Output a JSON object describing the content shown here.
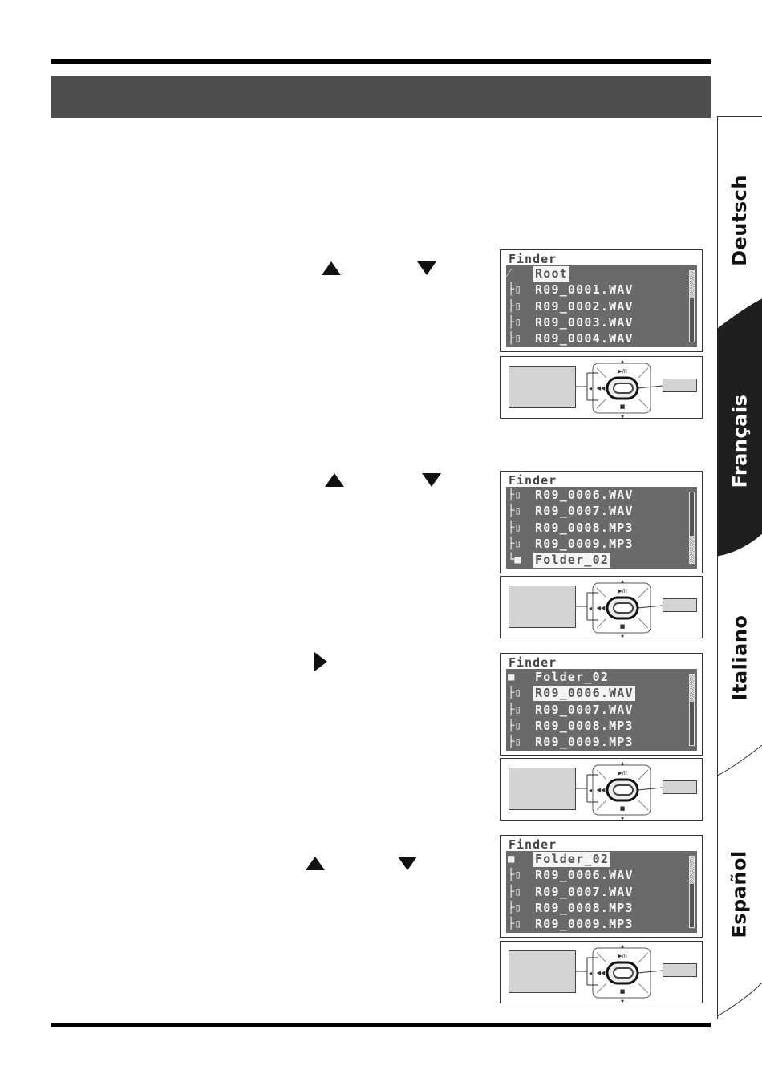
{
  "language_tabs": [
    {
      "label": "Deutsch",
      "active": false
    },
    {
      "label": "Français",
      "active": true
    },
    {
      "label": "Italiano",
      "active": false
    },
    {
      "label": "Español",
      "active": false
    }
  ],
  "panels": [
    {
      "title": "Finder",
      "scroll_position": 0.0,
      "rows": [
        {
          "prefix": "⁄",
          "text": "Root",
          "selected": true,
          "icon": "slash-icon"
        },
        {
          "prefix": "├▯",
          "text": "R09_0001.WAV",
          "selected": false,
          "icon": "file-icon"
        },
        {
          "prefix": "├▯",
          "text": "R09_0002.WAV",
          "selected": false,
          "icon": "file-locked-icon"
        },
        {
          "prefix": "├▯",
          "text": "R09_0003.WAV",
          "selected": false,
          "icon": "file-icon"
        },
        {
          "prefix": "├▯",
          "text": "R09_0004.WAV",
          "selected": false,
          "icon": "file-icon"
        }
      ]
    },
    {
      "title": "Finder",
      "scroll_position": 1.0,
      "rows": [
        {
          "prefix": "├▯",
          "text": "R09_0006.WAV",
          "selected": false,
          "icon": "file-icon"
        },
        {
          "prefix": "├▯",
          "text": "R09_0007.WAV",
          "selected": false,
          "icon": "file-icon"
        },
        {
          "prefix": "├▯",
          "text": "R09_0008.MP3",
          "selected": false,
          "icon": "file-locked-icon"
        },
        {
          "prefix": "├▯",
          "text": "R09_0009.MP3",
          "selected": false,
          "icon": "file-icon"
        },
        {
          "prefix": "└■",
          "text": "Folder_02",
          "selected": true,
          "icon": "folder-icon"
        }
      ]
    },
    {
      "title": "Finder",
      "scroll_position": 0.0,
      "rows": [
        {
          "prefix": "■",
          "text": "Folder_02",
          "selected": false,
          "icon": "folder-icon"
        },
        {
          "prefix": "├▯",
          "text": "R09_0006.WAV",
          "selected": true,
          "icon": "file-icon"
        },
        {
          "prefix": "├▯",
          "text": "R09_0007.WAV",
          "selected": false,
          "icon": "file-icon"
        },
        {
          "prefix": "├▯",
          "text": "R09_0008.MP3",
          "selected": false,
          "icon": "file-icon"
        },
        {
          "prefix": "├▯",
          "text": "R09_0009.MP3",
          "selected": false,
          "icon": "file-locked-icon"
        }
      ]
    },
    {
      "title": "Finder",
      "scroll_position": 0.0,
      "rows": [
        {
          "prefix": "■",
          "text": "Folder_02",
          "selected": true,
          "icon": "folder-icon"
        },
        {
          "prefix": "├▯",
          "text": "R09_0006.WAV",
          "selected": false,
          "icon": "file-icon"
        },
        {
          "prefix": "├▯",
          "text": "R09_0007.WAV",
          "selected": false,
          "icon": "file-icon"
        },
        {
          "prefix": "├▯",
          "text": "R09_0008.MP3",
          "selected": false,
          "icon": "file-icon"
        },
        {
          "prefix": "├▯",
          "text": "R09_0009.MP3",
          "selected": false,
          "icon": "file-locked-icon"
        }
      ]
    }
  ],
  "controller": {
    "play_pause_symbol": "▶/II",
    "rewind_symbol": "◀◀",
    "stop_symbol": "■",
    "up_symbol": "▲",
    "down_symbol": "▼",
    "left_symbol": "◀"
  },
  "colors": {
    "header_bar": "#4e4e4e",
    "lcd_background": "#6a6a6a",
    "callout_fill": "#d4d4d4",
    "active_tab": "#1f1f1f"
  }
}
